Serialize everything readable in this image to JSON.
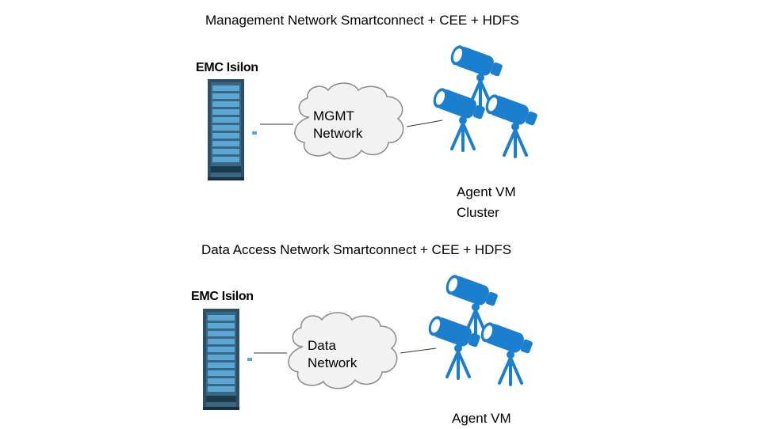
{
  "top": {
    "title": "Management Network Smartconnect + CEE + HDFS",
    "storage_label": "EMC Isilon",
    "cloud_line1": "MGMT",
    "cloud_line2": "Network",
    "cluster_line1": "Agent VM",
    "cluster_line2": "Cluster"
  },
  "bottom": {
    "title": "Data Access Network Smartconnect + CEE + HDFS",
    "storage_label": "EMC Isilon",
    "cloud_line1": "Data",
    "cloud_line2": "Network",
    "cluster_line1": "Agent VM"
  },
  "colors": {
    "rack_dark": "#2b4f66",
    "rack_slot": "#5aa7d6",
    "telescope_blue": "#1b7fd0",
    "cloud_fill": "#f2f2f2",
    "cloud_stroke": "#8a8a8a"
  },
  "icons": [
    "server-rack-icon",
    "cloud-icon",
    "telescope-icon"
  ]
}
